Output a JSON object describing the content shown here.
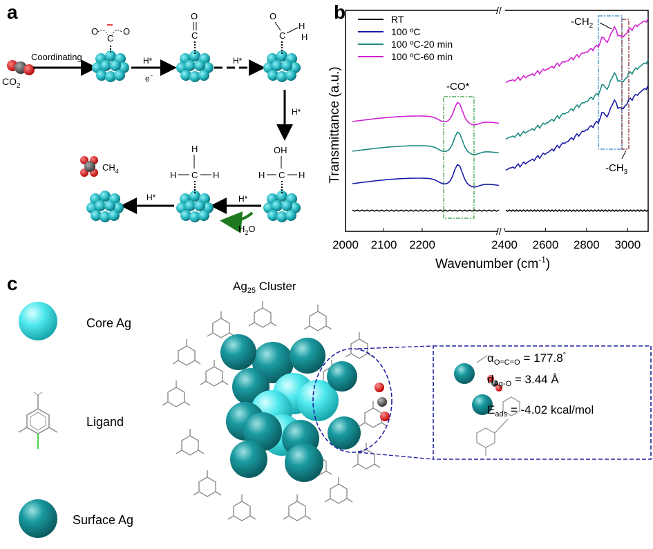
{
  "panels": {
    "a": "a",
    "b": "b",
    "c": "c"
  },
  "panel_a": {
    "co2": {
      "sym": "CO",
      "sub": "2"
    },
    "coordinating": "Coordinating",
    "h1": "H*",
    "e": "e",
    "h2": "H*",
    "h3": "H*",
    "h4": "H*",
    "h5": "H*",
    "h2o": {
      "sym": "H",
      "sub": "2",
      "tail": "O"
    },
    "ch4": {
      "sym": "CH",
      "sub": "4"
    },
    "oh": "OH",
    "atoms": {
      "O": "O",
      "C": "C",
      "H": "H"
    }
  },
  "chart_data": {
    "type": "line",
    "ylabel": "Transmittance (a.u.)",
    "xlabel_main": "Wavenumber (cm",
    "xlabel_sup": "-1",
    "xlabel_tail": ")",
    "x_ticks_left": [
      "2000",
      "2100",
      "2200",
      "2400"
    ],
    "x_ticks_right": [
      "2400",
      "2600",
      "2800",
      "3000"
    ],
    "x_break": "//",
    "xlim_left": [
      2000,
      2400
    ],
    "xlim_right": [
      2400,
      3100
    ],
    "legend_position": "top-left",
    "series": [
      {
        "name": "RT",
        "color": "#000000",
        "offset": 0,
        "bump_co": 0,
        "slope": 0
      },
      {
        "name": "100 ºC",
        "color": "#1a1aa8",
        "offset": 1,
        "bump_co": 1,
        "slope": 1
      },
      {
        "name": "100 ºC-20 min",
        "color": "#1b8a80",
        "offset": 2,
        "bump_co": 1,
        "slope": 1
      },
      {
        "name": "100 ºC-60 min",
        "color": "#d020d0",
        "offset": 3,
        "bump_co": 1,
        "slope": 1
      }
    ],
    "annotations": {
      "co": "-CO*",
      "ch2": {
        "sym": "-CH",
        "sub": "2"
      },
      "ch3": {
        "sym": "-CH",
        "sub": "3"
      }
    },
    "colors": {
      "co_box": "#2e9a3e",
      "ch2_box": "#2a86c8",
      "ch3_box": "#7a1f1f"
    }
  },
  "panel_c": {
    "cluster_title": {
      "sym": "Ag",
      "sub": "25",
      "tail": " Cluster"
    },
    "legend": {
      "core": "Core Ag",
      "ligand": "Ligand",
      "surface": "Surface Ag"
    },
    "inset": {
      "alpha_sym": "α",
      "alpha_sub": "O=C=O",
      "alpha_val": " = 177.8",
      "alpha_unit": "°",
      "d_sym": "d",
      "d_sub": "Ag-O",
      "d_val": " = 3.44 Å",
      "e_sym": "E",
      "e_sub": "ads",
      "e_val": " = -4.02 kcal/mol"
    },
    "colors": {
      "core": "#4ee8ee",
      "surface": "#1a9aa0",
      "ligand": "#8c8c8c",
      "link": "#2255cc",
      "oxygen": "#d41010",
      "carbon": "#555555"
    }
  }
}
